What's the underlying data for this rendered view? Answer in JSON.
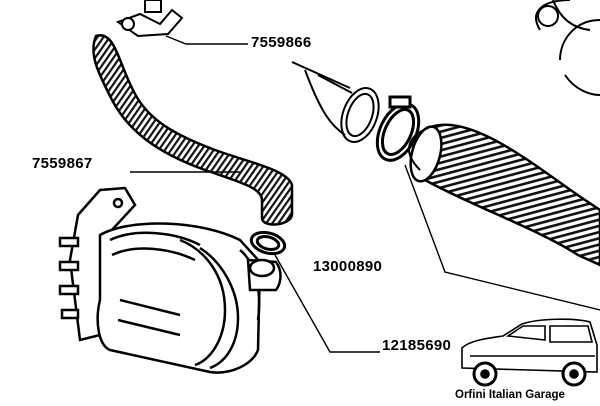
{
  "diagram": {
    "part_labels": {
      "upper_hose": "7559866",
      "lower_hose": "7559867",
      "clamp": "13000890",
      "small_clamp": "12185690"
    },
    "watermark": "Orfini Italian Garage"
  }
}
